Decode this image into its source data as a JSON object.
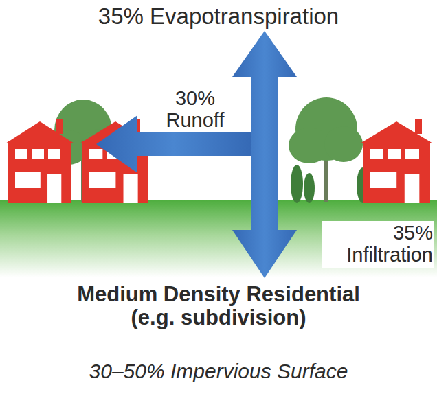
{
  "diagram": {
    "caption": "Medium Density Residential (e.g. subdivision)",
    "labels": [
      "35% Evapotranspiration",
      "30% Runoff",
      "35% Infiltration",
      "30–50% Impervious Surface"
    ]
  }
}
